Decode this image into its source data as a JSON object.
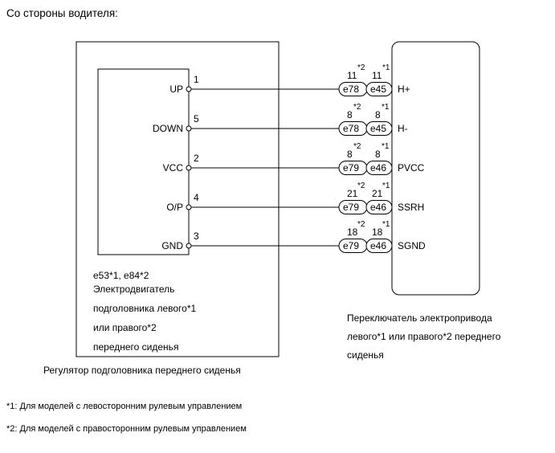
{
  "heading": "Со стороны водителя:",
  "left_component": {
    "id": "e53*1, e84*2",
    "name_lines": [
      "Электродвигатель",
      "подголовника левого*1",
      "или правого*2",
      "переднего сиденья"
    ],
    "caption": "Регулятор подголовника переднего сиденья"
  },
  "right_component": {
    "caption_lines": [
      "Переключатель электропривода",
      "левого*1 или правого*2 переднего",
      "сиденья"
    ]
  },
  "wires": [
    {
      "pin_label": "UP",
      "pin_no": "1",
      "conn_a": "e78",
      "conn_b": "e45",
      "pin_a": "11",
      "pin_b": "11",
      "note_a": "*2",
      "note_b": "*1",
      "signal": "H+"
    },
    {
      "pin_label": "DOWN",
      "pin_no": "5",
      "conn_a": "e78",
      "conn_b": "e45",
      "pin_a": "8",
      "pin_b": "8",
      "note_a": "*2",
      "note_b": "*1",
      "signal": "H-"
    },
    {
      "pin_label": "VCC",
      "pin_no": "2",
      "conn_a": "e79",
      "conn_b": "e46",
      "pin_a": "8",
      "pin_b": "8",
      "note_a": "*2",
      "note_b": "*1",
      "signal": "PVCC"
    },
    {
      "pin_label": "O/P",
      "pin_no": "4",
      "conn_a": "e79",
      "conn_b": "e46",
      "pin_a": "21",
      "pin_b": "21",
      "note_a": "*2",
      "note_b": "*1",
      "signal": "SSRH"
    },
    {
      "pin_label": "GND",
      "pin_no": "3",
      "conn_a": "e79",
      "conn_b": "e46",
      "pin_a": "18",
      "pin_b": "18",
      "note_a": "*2",
      "note_b": "*1",
      "signal": "SGND"
    }
  ],
  "footnotes": [
    "*1: Для моделей с левосторонним рулевым управлением",
    "*2: Для моделей с правосторонним рулевым управлением"
  ]
}
